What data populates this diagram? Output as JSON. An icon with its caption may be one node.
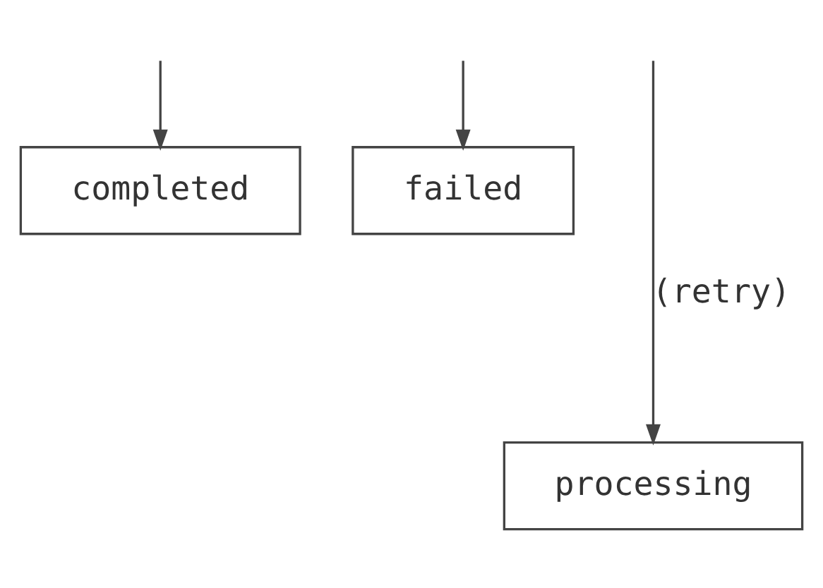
{
  "diagram": {
    "nodes": [
      {
        "text": [
          "completed"
        ]
      },
      {
        "text": [
          "failed"
        ]
      },
      {
        "text": [
          "processing"
        ]
      }
    ],
    "edges": [
      {
        "from": null,
        "to": 0,
        "arrow": "to"
      },
      {
        "from": null,
        "to": 1,
        "arrow": "to"
      },
      {
        "from": null,
        "to": 2,
        "arrow": "to",
        "label": "(retry)"
      }
    ]
  }
}
